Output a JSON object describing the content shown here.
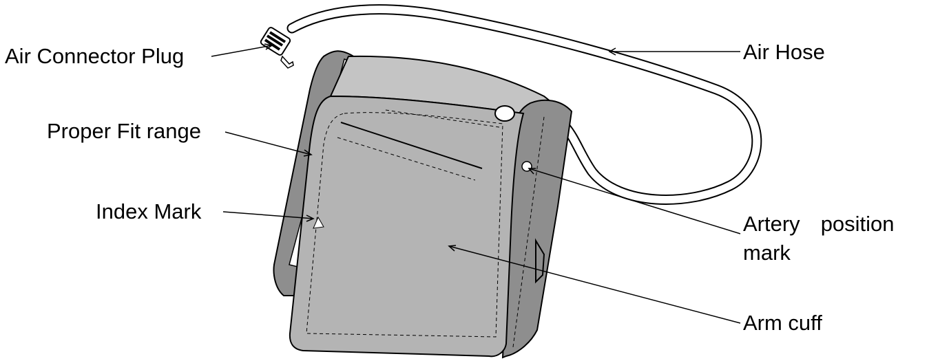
{
  "labels": {
    "air_connector_plug": "Air Connector Plug",
    "air_hose": "Air Hose",
    "proper_fit_range": "Proper Fit range",
    "index_mark": "Index Mark",
    "artery_position_mark_word1": "Artery",
    "artery_position_mark_word2": "position",
    "artery_position_mark_word3": "mark",
    "arm_cuff": "Arm cuff"
  },
  "colors": {
    "cuff_front": "#b4b4b4",
    "cuff_back": "#c4c4c4",
    "cuff_side": "#8e8e8e",
    "outline": "#000000",
    "hose": "#ffffff"
  }
}
